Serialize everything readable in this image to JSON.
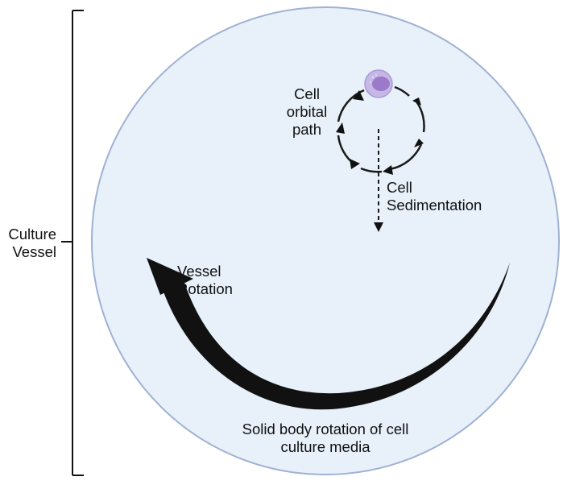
{
  "labels": {
    "culture_vessel": [
      "Culture",
      "Vessel"
    ],
    "cell_orbital_path": [
      "Cell",
      "orbital",
      "path"
    ],
    "cell_sedimentation": [
      "Cell",
      "Sedimentation"
    ],
    "vessel_rotation": [
      "Vessel",
      "Rotation"
    ],
    "solid_body_rotation": [
      "Solid body rotation of cell",
      "culture media"
    ]
  },
  "colors": {
    "vessel_fill": "#e8f0fa",
    "vessel_stroke": "#9fb2d3",
    "cell_outer": "#c6b8e6",
    "cell_nucleus": "#9a7ac9",
    "arrow": "#111111",
    "bracket": "#111111"
  },
  "icons": {
    "cell": "cell-icon",
    "rotation_arrow": "curved-arrow-icon"
  }
}
